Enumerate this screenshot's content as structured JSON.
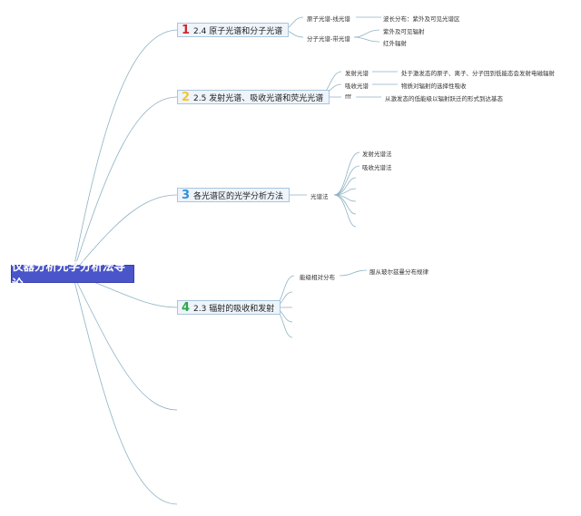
{
  "root": {
    "title": "仪器分析光学分析法导论"
  },
  "topics": [
    {
      "number": "1",
      "title": "2.4 原子光谱和分子光谱",
      "children": [
        {
          "label": "原子光谱-线光谱",
          "detail": [
            "波长分布：紫外及可见光谱区"
          ]
        },
        {
          "label": "分子光谱-带光谱",
          "detail": [
            "紫外及可见辐射",
            "红外辐射"
          ]
        }
      ]
    },
    {
      "number": "2",
      "title": "2.5 发射光谱、吸收光谱和荧光光谱",
      "children": [
        {
          "label": "发射光谱",
          "detail": [
            "处于激发态的原子、离子、分子回到低能态会发射电磁辐射"
          ]
        },
        {
          "label": "吸收光谱",
          "detail": [
            "物质对辐射的选择性吸收"
          ]
        },
        {
          "label": "fff",
          "detail": [
            "从激发态的低能级以辐射跃迁的形式到达基态"
          ]
        }
      ]
    },
    {
      "number": "3",
      "title": "各光谱区的光学分析方法",
      "children": [
        {
          "label": "光谱法",
          "detail": [
            "发射光谱法",
            "吸收光谱法"
          ]
        }
      ]
    },
    {
      "number": "4",
      "title": "2.3 辐射的吸收和发射",
      "children": [
        {
          "label": "能级相对分布",
          "detail": [
            "服从玻尔兹曼分布规律"
          ]
        }
      ]
    }
  ],
  "colors": {
    "root_bg": "#4a55c9",
    "topic_bg": "#eef4fb",
    "topic_border": "#a9c6dd",
    "line": "#8fb3c4",
    "num1": "#d0282f",
    "num2": "#f2c531",
    "num3": "#2f8fd6",
    "num4": "#2ea84a"
  }
}
